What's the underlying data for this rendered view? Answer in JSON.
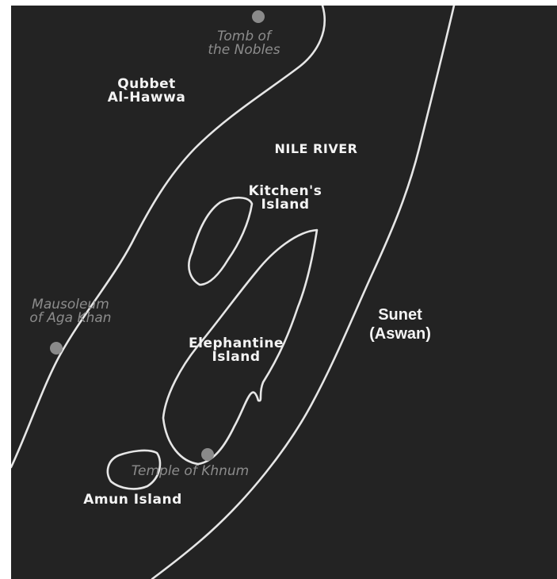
{
  "map": {
    "river": "NILE RIVER",
    "islands": {
      "kitchens": [
        "Kitchen's",
        "Island"
      ],
      "elephantine": [
        "Elephantine",
        "Island"
      ],
      "amun": "Amun Island"
    },
    "places": {
      "qubbet": [
        "Qubbet",
        "Al-Hawwa"
      ],
      "sunet": [
        "Sunet",
        "(Aswan)"
      ]
    },
    "sites": {
      "tomb": [
        "Tomb of",
        "the Nobles"
      ],
      "mausoleum": [
        "Mausoleum",
        "of Aga Khan"
      ],
      "temple": "Temple of Khnum"
    }
  }
}
